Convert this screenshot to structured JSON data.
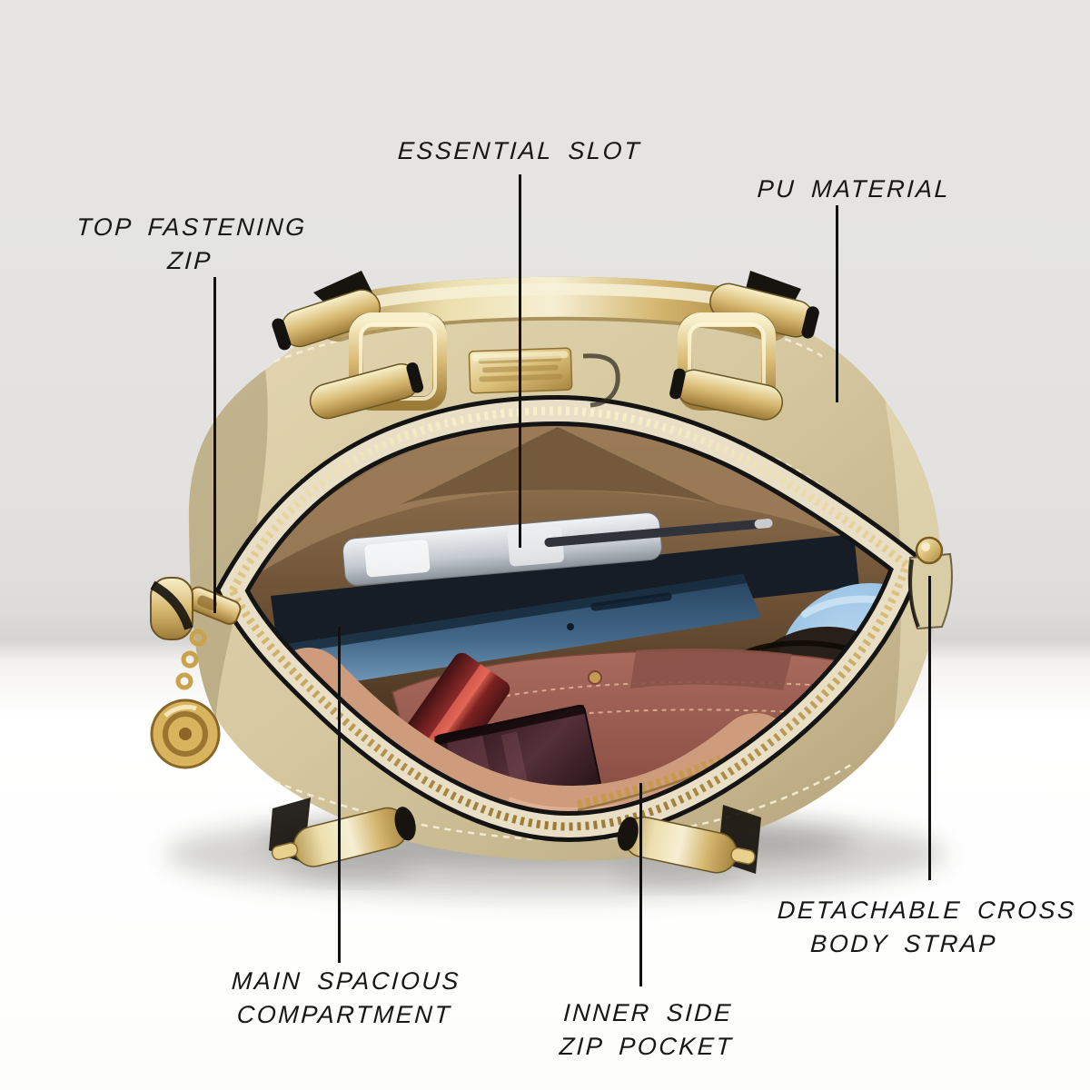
{
  "scene": {
    "description": "Top view of an open champagne-gold PU leather mini duffel handbag with feature callouts",
    "background_wall_color": "#e3e2e0",
    "background_floor_color": "#ffffff",
    "leather_color": "#d6c8a0",
    "hardware_gold_color": "#d4af5e",
    "label_text_color": "#171717",
    "leader_line_color": "#121212",
    "items_visible": [
      "gold rolled top handle with square rings",
      "gold logo plate",
      "gold zipper with slider, chain and round charm",
      "clear pen case in essential slot",
      "blue smartphone",
      "sunglasses with light blue case",
      "mauve wallet with card slots",
      "burgundy lipstick",
      "rose-gold satin lining with inner zip pocket",
      "gold strap studs and handle-end cylinders"
    ]
  },
  "annotations": {
    "top_fastening_zip": {
      "line1": "TOP FASTENING",
      "line2": "ZIP"
    },
    "essential_slot": {
      "line1": "ESSENTIAL SLOT"
    },
    "pu_material": {
      "line1": "PU MATERIAL"
    },
    "main_spacious_compartment": {
      "line1": "MAIN SPACIOUS",
      "line2": "COMPARTMENT"
    },
    "inner_side_zip_pocket": {
      "line1": "INNER SIDE",
      "line2": "ZIP POCKET"
    },
    "detachable_cross_body_strap": {
      "line1": "DETACHABLE CROSS",
      "line2": "BODY STRAP"
    }
  }
}
